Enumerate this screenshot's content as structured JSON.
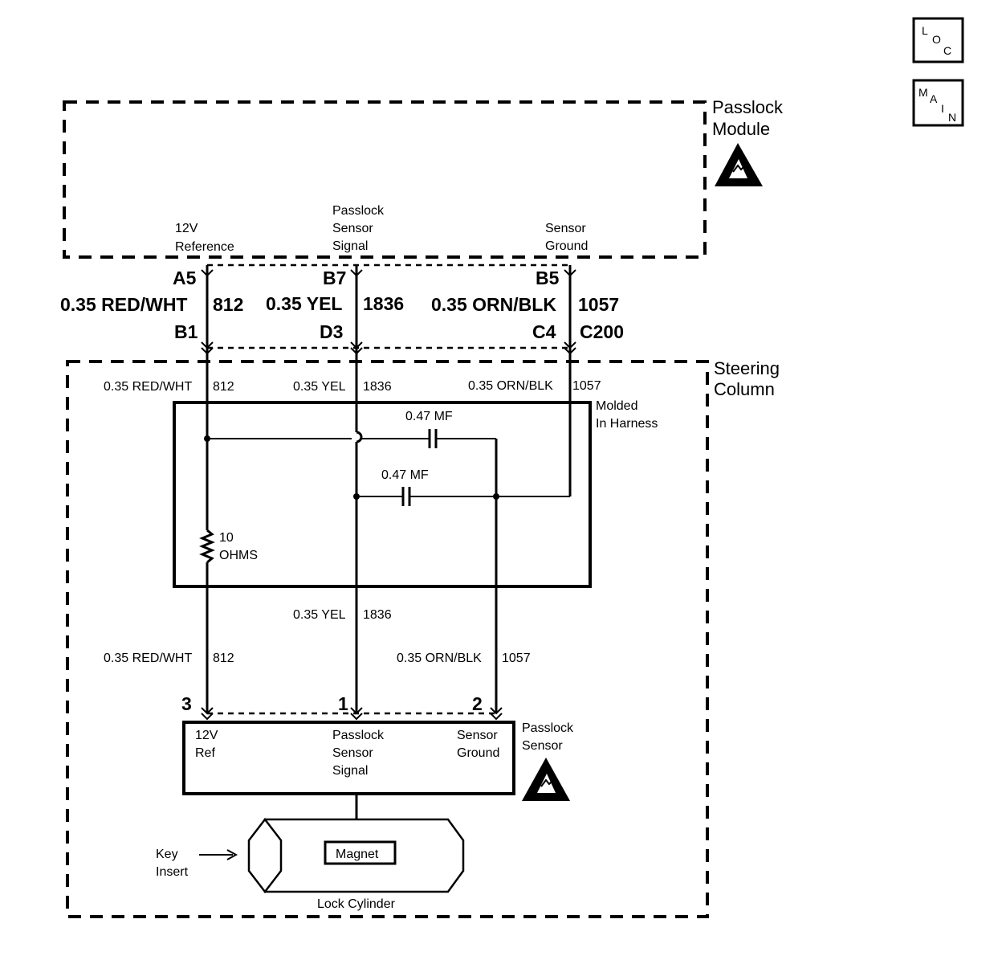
{
  "nav_buttons": {
    "loc": {
      "l1": "L",
      "l2": "O",
      "l3": "C"
    },
    "main": {
      "l1": "M",
      "l2": "A",
      "l3": "I",
      "l4": "N"
    }
  },
  "passlock_module": {
    "title_line1": "Passlock",
    "title_line2": "Module"
  },
  "module_pins": {
    "ref_line1": "12V",
    "ref_line2": "Reference",
    "sig_line1": "Passlock",
    "sig_line2": "Sensor",
    "sig_line3": "Signal",
    "gnd_line1": "Sensor",
    "gnd_line2": "Ground"
  },
  "connector_upper": {
    "a5": "A5",
    "b7": "B7",
    "b5": "B5",
    "b1": "B1",
    "d3": "D3",
    "c4": "C4",
    "c200": "C200"
  },
  "wires_main": {
    "red_label": "0.35 RED/WHT",
    "red_circuit": "812",
    "yel_label": "0.35 YEL",
    "yel_circuit": "1836",
    "orn_label": "0.35 ORN/BLK",
    "orn_circuit": "1057"
  },
  "steering_column": {
    "title_line1": "Steering",
    "title_line2": "Column"
  },
  "column_wires_top": {
    "red_label": "0.35 RED/WHT",
    "red_circuit": "812",
    "yel_label": "0.35 YEL",
    "yel_circuit": "1836",
    "orn_label": "0.35 ORN/BLK",
    "orn_circuit": "1057"
  },
  "harness": {
    "title_line1": "Molded",
    "title_line2": "In Harness",
    "cap1": "0.47 MF",
    "cap2": "0.47 MF",
    "resistor_line1": "10",
    "resistor_line2": "OHMS"
  },
  "column_wires_mid": {
    "yel_label": "0.35 YEL",
    "yel_circuit": "1836"
  },
  "column_wires_low": {
    "red_label": "0.35 RED/WHT",
    "red_circuit": "812",
    "orn_label": "0.35 ORN/BLK",
    "orn_circuit": "1057"
  },
  "sensor_connector": {
    "pin3": "3",
    "pin1": "1",
    "pin2": "2"
  },
  "passlock_sensor": {
    "title_line1": "Passlock",
    "title_line2": "Sensor",
    "ref_line1": "12V",
    "ref_line2": "Ref",
    "sig_line1": "Passlock",
    "sig_line2": "Sensor",
    "sig_line3": "Signal",
    "gnd_line1": "Sensor",
    "gnd_line2": "Ground"
  },
  "lock_cylinder": {
    "magnet": "Magnet",
    "title": "Lock Cylinder",
    "key_line1": "Key",
    "key_line2": "Insert"
  },
  "icons": {
    "esd": "esd-warning-icon",
    "arrow": "arrow-right-icon"
  }
}
